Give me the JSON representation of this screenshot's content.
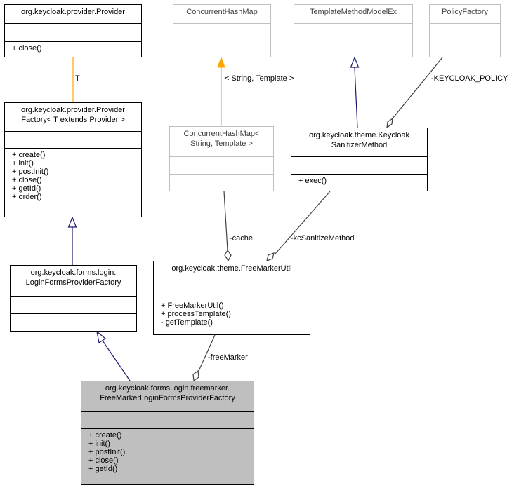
{
  "classes": {
    "provider": {
      "title": [
        "org.keycloak.provider.Provider"
      ],
      "methods": [
        "+ close()"
      ]
    },
    "chm": {
      "title": [
        "ConcurrentHashMap"
      ],
      "methods": []
    },
    "tmme": {
      "title": [
        "TemplateMethodModelEx"
      ],
      "methods": []
    },
    "policy": {
      "title": [
        "PolicyFactory"
      ],
      "methods": []
    },
    "provider_factory": {
      "title": [
        "org.keycloak.provider.Provider",
        "Factory< T extends Provider >"
      ],
      "methods": [
        "+ create()",
        "+ init()",
        "+ postInit()",
        "+ close()",
        "+ getId()",
        "+ order()"
      ]
    },
    "chm_template": {
      "title": [
        "ConcurrentHashMap<",
        "String, Template >"
      ],
      "methods": []
    },
    "sanitizer": {
      "title": [
        "org.keycloak.theme.Keycloak",
        "SanitizerMethod"
      ],
      "methods": [
        "+ exec()"
      ]
    },
    "login_factory": {
      "title": [
        "org.keycloak.forms.login.",
        "LoginFormsProviderFactory"
      ],
      "methods": []
    },
    "freemarker_util": {
      "title": [
        "org.keycloak.theme.FreeMarkerUtil"
      ],
      "methods": [
        "+ FreeMarkerUtil()",
        "+ processTemplate()",
        "- getTemplate()"
      ]
    },
    "freemarker_factory": {
      "title": [
        "org.keycloak.forms.login.freemarker.",
        "FreeMarkerLoginFormsProviderFactory"
      ],
      "methods": [
        "+ create()",
        "+ init()",
        "+ postInit()",
        "+ close()",
        "+ getId()"
      ]
    }
  },
  "edge_labels": {
    "t_param": "T",
    "string_template": "< String, Template >",
    "keycloak_policy": "-KEYCLOAK_POLICY",
    "cache": "-cache",
    "kc_sanitize_method": "-kcSanitizeMethod",
    "free_marker": "-freeMarker"
  },
  "colors": {
    "inheritance": "#191970",
    "template_binding": "#ffa500",
    "association": "#404040",
    "focus_fill": "#bfbfbf",
    "ghost_border": "#bfbfbf"
  }
}
